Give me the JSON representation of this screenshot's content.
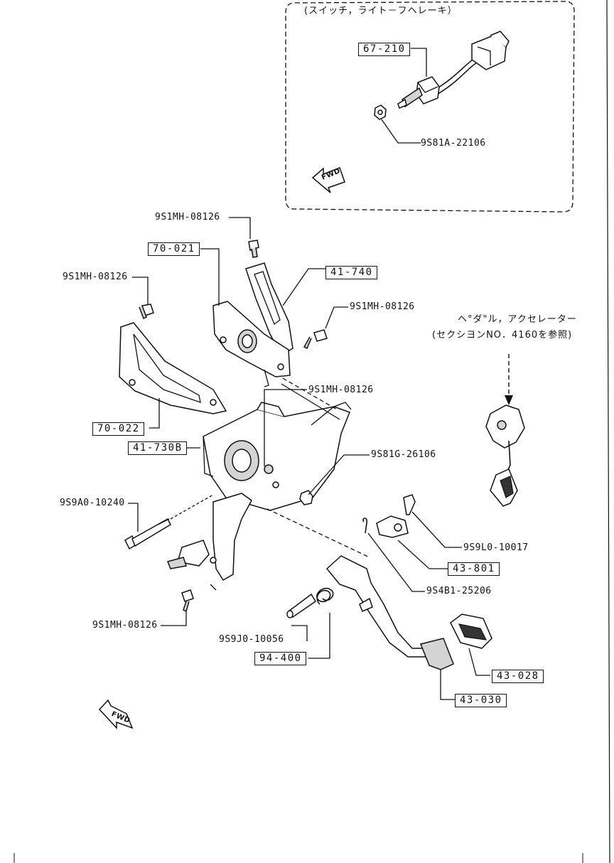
{
  "header_note": "(スイッチ，ライト－フヘレーキ）",
  "accel_ref": {
    "line1": "ヘ°ダ\"ル，アクセレーター",
    "line2": "(セクシヨンNO．4160を参照)"
  },
  "fwd_label": "FWD",
  "labels": {
    "p67_210": "67-210",
    "p9S81A_22106": "9S81A-22106",
    "p9S1MH_top": "9S1MH-08126",
    "p70_021": "70-021",
    "p41_740": "41-740",
    "p9S1MH_left": "9S1MH-08126",
    "p9S1MH_right": "9S1MH-08126",
    "p9S1MH_center": "9S1MH-08126",
    "p70_022": "70-022",
    "p41_730B": "41-730B",
    "p9S81G_26106": "9S81G-26106",
    "p9S9A0_10240": "9S9A0-10240",
    "p9S9L0_10017": "9S9L0-10017",
    "p43_801": "43-801",
    "p9S4B1_25206": "9S4B1-25206",
    "p9S1MH_bottom": "9S1MH-08126",
    "p9S9J0_10056": "9S9J0-10056",
    "p94_400": "94-400",
    "p43_028": "43-028",
    "p43_030": "43-030"
  }
}
